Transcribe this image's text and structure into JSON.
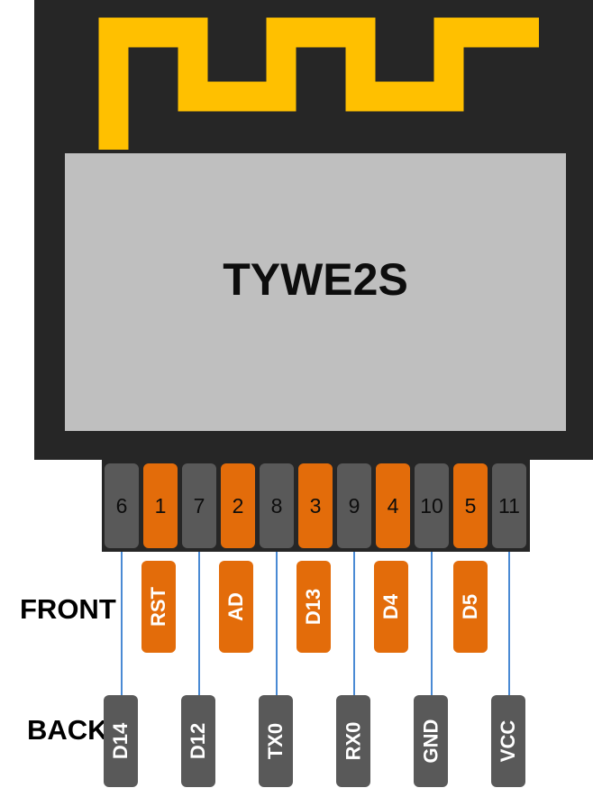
{
  "module": {
    "name": "TYWE2S"
  },
  "colors": {
    "board": "#262626",
    "antenna": "#ffc000",
    "chip": "#bfbfbf",
    "pin_gray": "#595959",
    "pin_orange": "#e36c0a",
    "wire": "#4a8ad4"
  },
  "rows": {
    "front": "FRONT",
    "back": "BACK"
  },
  "pins": [
    {
      "number": "6",
      "color": "gray"
    },
    {
      "number": "1",
      "color": "orange"
    },
    {
      "number": "7",
      "color": "gray"
    },
    {
      "number": "2",
      "color": "orange"
    },
    {
      "number": "8",
      "color": "gray"
    },
    {
      "number": "3",
      "color": "orange"
    },
    {
      "number": "9",
      "color": "gray"
    },
    {
      "number": "4",
      "color": "orange"
    },
    {
      "number": "10",
      "color": "gray"
    },
    {
      "number": "5",
      "color": "orange"
    },
    {
      "number": "11",
      "color": "gray"
    }
  ],
  "front_labels": [
    "RST",
    "AD",
    "D13",
    "D4",
    "D5"
  ],
  "back_labels": [
    "D14",
    "D12",
    "TX0",
    "RX0",
    "GND",
    "VCC"
  ]
}
